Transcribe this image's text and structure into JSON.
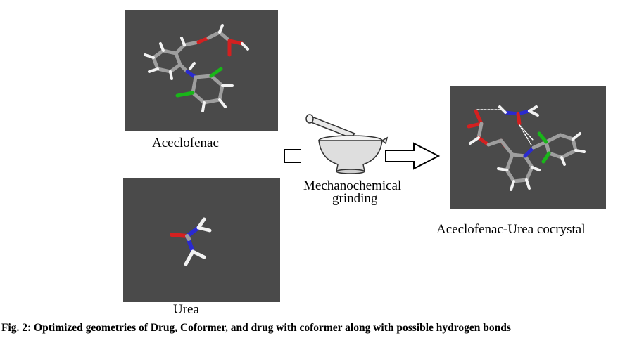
{
  "labels": {
    "drug": "Aceclofenac",
    "coformer": "Urea",
    "process_line1": "Mechanochemical",
    "process_line2": "grinding",
    "product": "Aceclofenac-Urea cocrystal"
  },
  "caption": "Fig. 2: Optimized geometries of Drug, Coformer, and drug with coformer along with possible hydrogen bonds",
  "colors": {
    "panel_background": "#4a4a4a",
    "carbon": "#9a9a9a",
    "oxygen": "#d42020",
    "nitrogen": "#2020c8",
    "chlorine": "#19b619",
    "hydrogen": "#f2f2f2",
    "hydrogen_bond": "#ffffff"
  }
}
